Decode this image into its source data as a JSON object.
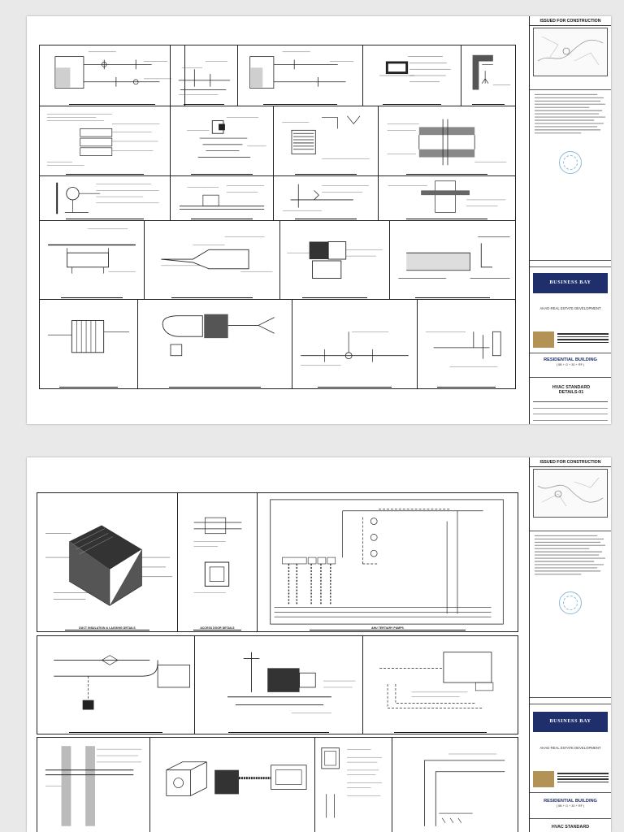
{
  "sheet1": {
    "row1": [
      "",
      "",
      "",
      "",
      ""
    ],
    "row2": [
      "",
      "",
      "",
      ""
    ],
    "row3": [
      "",
      "",
      "",
      ""
    ],
    "row4": [
      "",
      "",
      "",
      ""
    ],
    "row5": [
      "",
      "",
      "",
      "",
      ""
    ],
    "titleblock": {
      "status": "ISSUED FOR CONSTRUCTION",
      "brand": "BUSINESS BAY",
      "developer": "AHAD REAL ESTATE DEVELOPMENT",
      "project": "RESIDENTIAL BUILDING",
      "project_sub": "( 5B + G + 30 + RF )",
      "drawing_title": "HVAC STANDARD DETAILS-01"
    }
  },
  "sheet2": {
    "row1": [
      "DUCT INSULATION & LAGGING DETAILS",
      "ACCESS DOOR DETAILS",
      "AHU TERTIARY PUMPS"
    ],
    "row2": [
      "",
      "",
      ""
    ],
    "row3": [
      "",
      "",
      "",
      ""
    ],
    "titleblock": {
      "status": "ISSUED FOR CONSTRUCTION",
      "brand": "BUSINESS BAY",
      "developer": "AHAD REAL ESTATE DEVELOPMENT",
      "project": "RESIDENTIAL BUILDING",
      "project_sub": "( 5B + G + 30 + RF )",
      "drawing_title": "HVAC STANDARD"
    }
  },
  "colors": {
    "brand_navy": "#1f2f6b",
    "gold": "#b39355",
    "stamp_blue": "#8bbbd9",
    "line": "#222222"
  }
}
